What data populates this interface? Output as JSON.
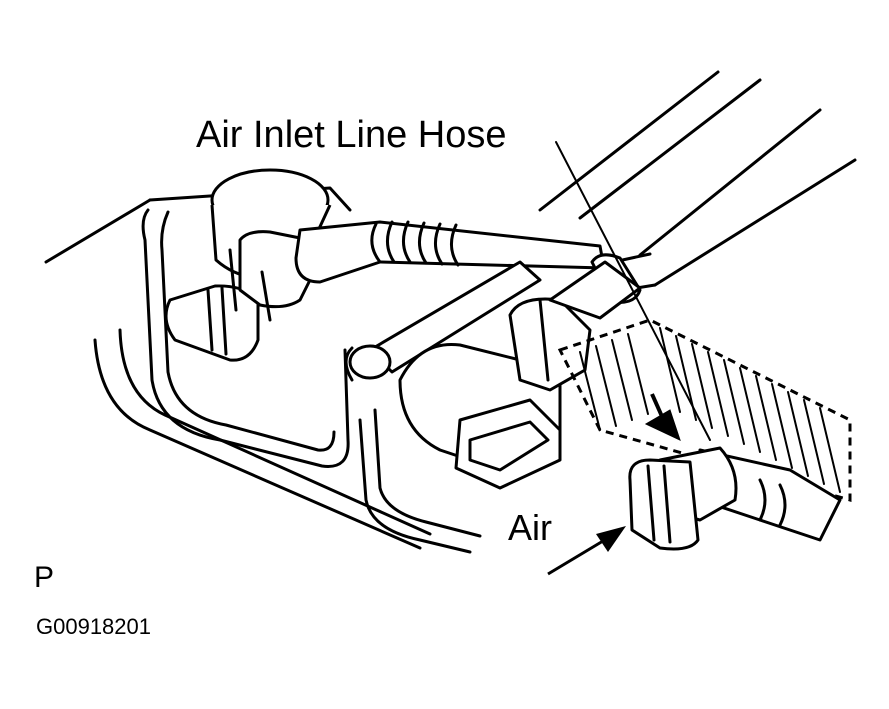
{
  "labels": {
    "hose": "Air Inlet Line Hose",
    "air": "Air",
    "view": "P",
    "figure_code": "G00918201"
  },
  "colors": {
    "ink": "#000000",
    "background": "#ffffff"
  }
}
